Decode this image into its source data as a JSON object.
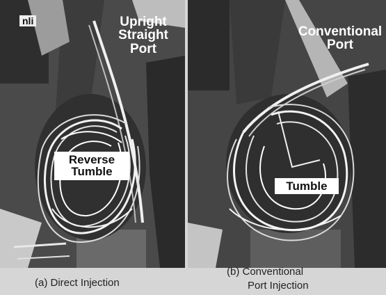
{
  "panels": {
    "a": {
      "top_left_label": "nli",
      "port_label_line1": "Upright",
      "port_label_line2": "Straight",
      "port_label_line3": "Port",
      "flow_label_line1": "Reverse",
      "flow_label_line2": "Tumble",
      "caption": "(a) Direct Injection"
    },
    "b": {
      "port_label_line1": "Conventional",
      "port_label_line2": "Port",
      "flow_label": "Tumble",
      "caption_line1": "(b) Conventional",
      "caption_line2": "Port Injection"
    }
  },
  "colors": {
    "background": "#d6d6d6",
    "photo_dark": "#3a3a3a",
    "streak": "#f2f2f2",
    "label_bg": "#ffffff"
  }
}
